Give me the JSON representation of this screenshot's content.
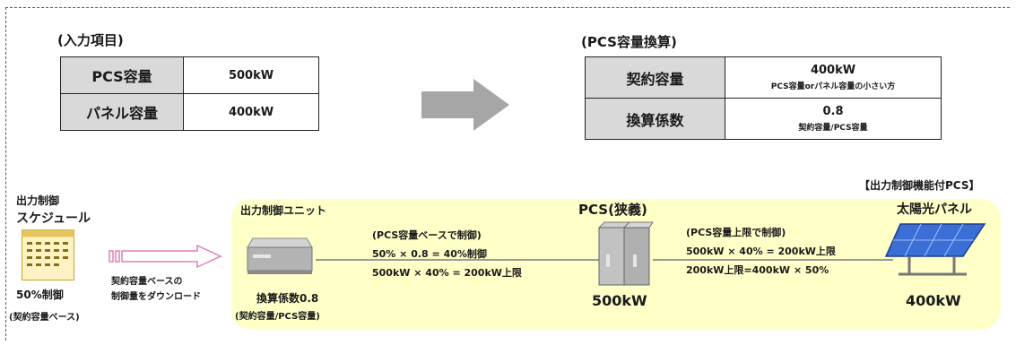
{
  "input": {
    "title": "(入力項目)",
    "rows": [
      {
        "label": "PCS容量",
        "value": "500kW"
      },
      {
        "label": "パネル容量",
        "value": "400kW"
      }
    ]
  },
  "conversion": {
    "title": "(PCS容量換算)",
    "rows": [
      {
        "label": "契約容量",
        "value": "400kW",
        "note": "PCS容量orパネル容量の小さい方"
      },
      {
        "label": "換算係数",
        "value": "0.8",
        "note": "契約容量/PCS容量"
      }
    ]
  },
  "system_label": "【出力制御機能付PCS】",
  "schedule": {
    "title_line1": "出力制御",
    "title_line2": "スケジュール",
    "percent": "50%制御",
    "basis": "(契約容量ベース)",
    "download_line1": "契約容量ベースの",
    "download_line2": "制御量をダウンロード"
  },
  "unit": {
    "title": "出力制御ユニット",
    "coef_line1": "換算係数0.8",
    "coef_line2": "(契約容量/PCS容量)"
  },
  "calc_left": {
    "line1": "(PCS容量ベースで制御)",
    "line2": "50% × 0.8 = 40%制御",
    "line3": "500kW × 40% = 200kW上限"
  },
  "pcs": {
    "title": "PCS(狭義)",
    "capacity": "500kW"
  },
  "calc_right": {
    "line1": "(PCS容量上限で制御)",
    "line2": "500kW × 40% = 200kW上限",
    "line3": "200kW上限=400kW × 50%"
  },
  "panel": {
    "title": "太陽光パネル",
    "capacity": "400kW"
  },
  "colors": {
    "panel_bg": "#ffffc8",
    "table_label_bg": "#d9d9d9",
    "arrow": "#a6a6a6",
    "solar": "#3b6fd6"
  }
}
